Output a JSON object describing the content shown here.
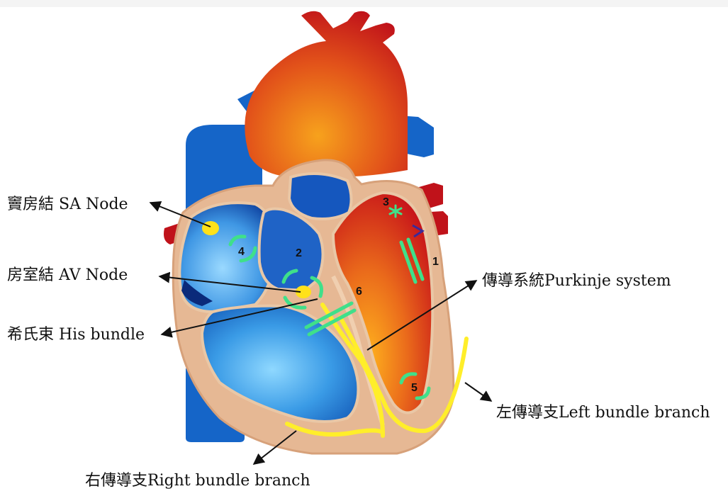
{
  "labels": {
    "sa_node": "竇房結  SA Node",
    "av_node": "房室結  AV Node",
    "his_bundle": "希氏束 His bundle",
    "purkinje": "傳導系統Purkinje system",
    "left_branch": "左傳導支Left bundle branch",
    "right_branch": "右傳導支Right bundle branch"
  },
  "markers": [
    "1",
    "2",
    "3",
    "4",
    "5",
    "6"
  ],
  "colors": {
    "vessel_blue": "#1565c8",
    "aorta_red": "#c0121a",
    "aorta_orange": "#f08a1a",
    "wall_tan": "#e6b894",
    "wall_edge": "#d7a17a",
    "conduction_yellow": "#ffee2a",
    "node_yellow": "#ffe11a",
    "marker_green": "#3fe08a",
    "arrow_black": "#111111"
  }
}
